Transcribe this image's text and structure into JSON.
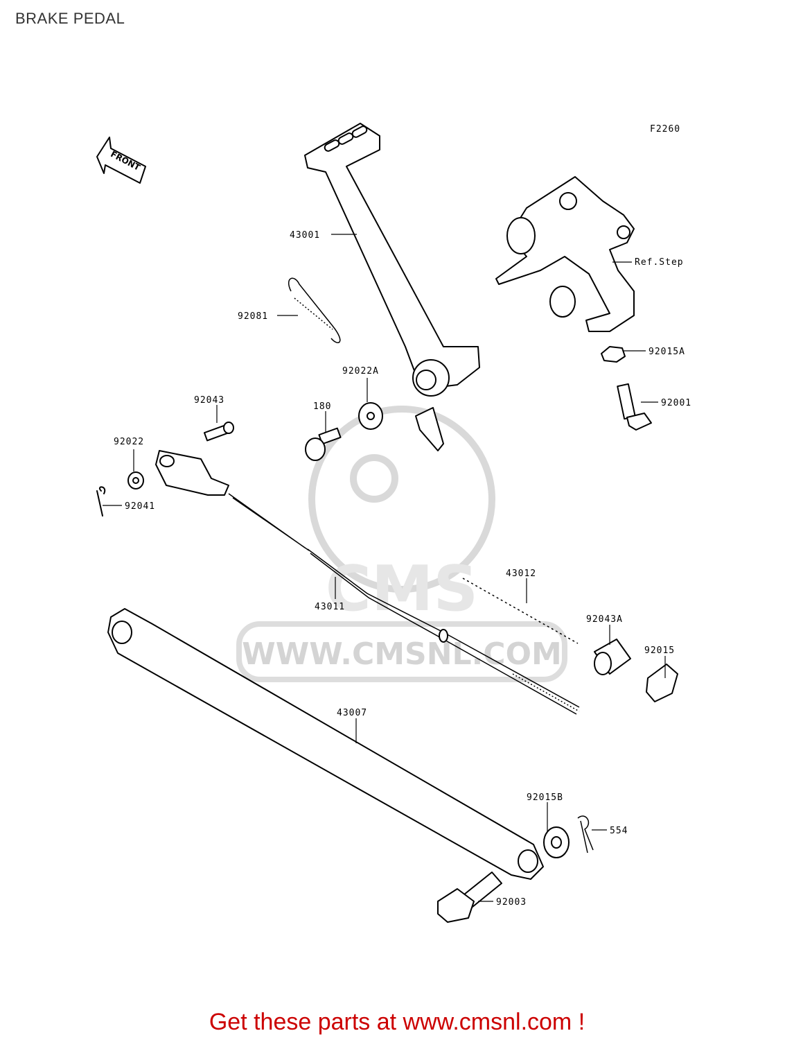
{
  "title": "BRAKE PEDAL",
  "figure_code": "F2260",
  "front_label": "FRONT",
  "watermark": "WWW.CMSNL.COM",
  "watermark_logo": "CMS",
  "footer": "Get these parts at www.cmsnl.com !",
  "colors": {
    "footer": "#cc0000",
    "watermark": "#d9d9d9",
    "ink": "#000000"
  },
  "parts": {
    "p43001": "43001",
    "ref_step": "Ref.Step",
    "p92081": "92081",
    "p92015A": "92015A",
    "p92022A": "92022A",
    "p92001": "92001",
    "p92043": "92043",
    "p180": "180",
    "p92022": "92022",
    "p92041": "92041",
    "p43012": "43012",
    "p43011": "43011",
    "p92043A": "92043A",
    "p92015": "92015",
    "p43007": "43007",
    "p92015B": "92015B",
    "p554": "554",
    "p92003": "92003"
  }
}
